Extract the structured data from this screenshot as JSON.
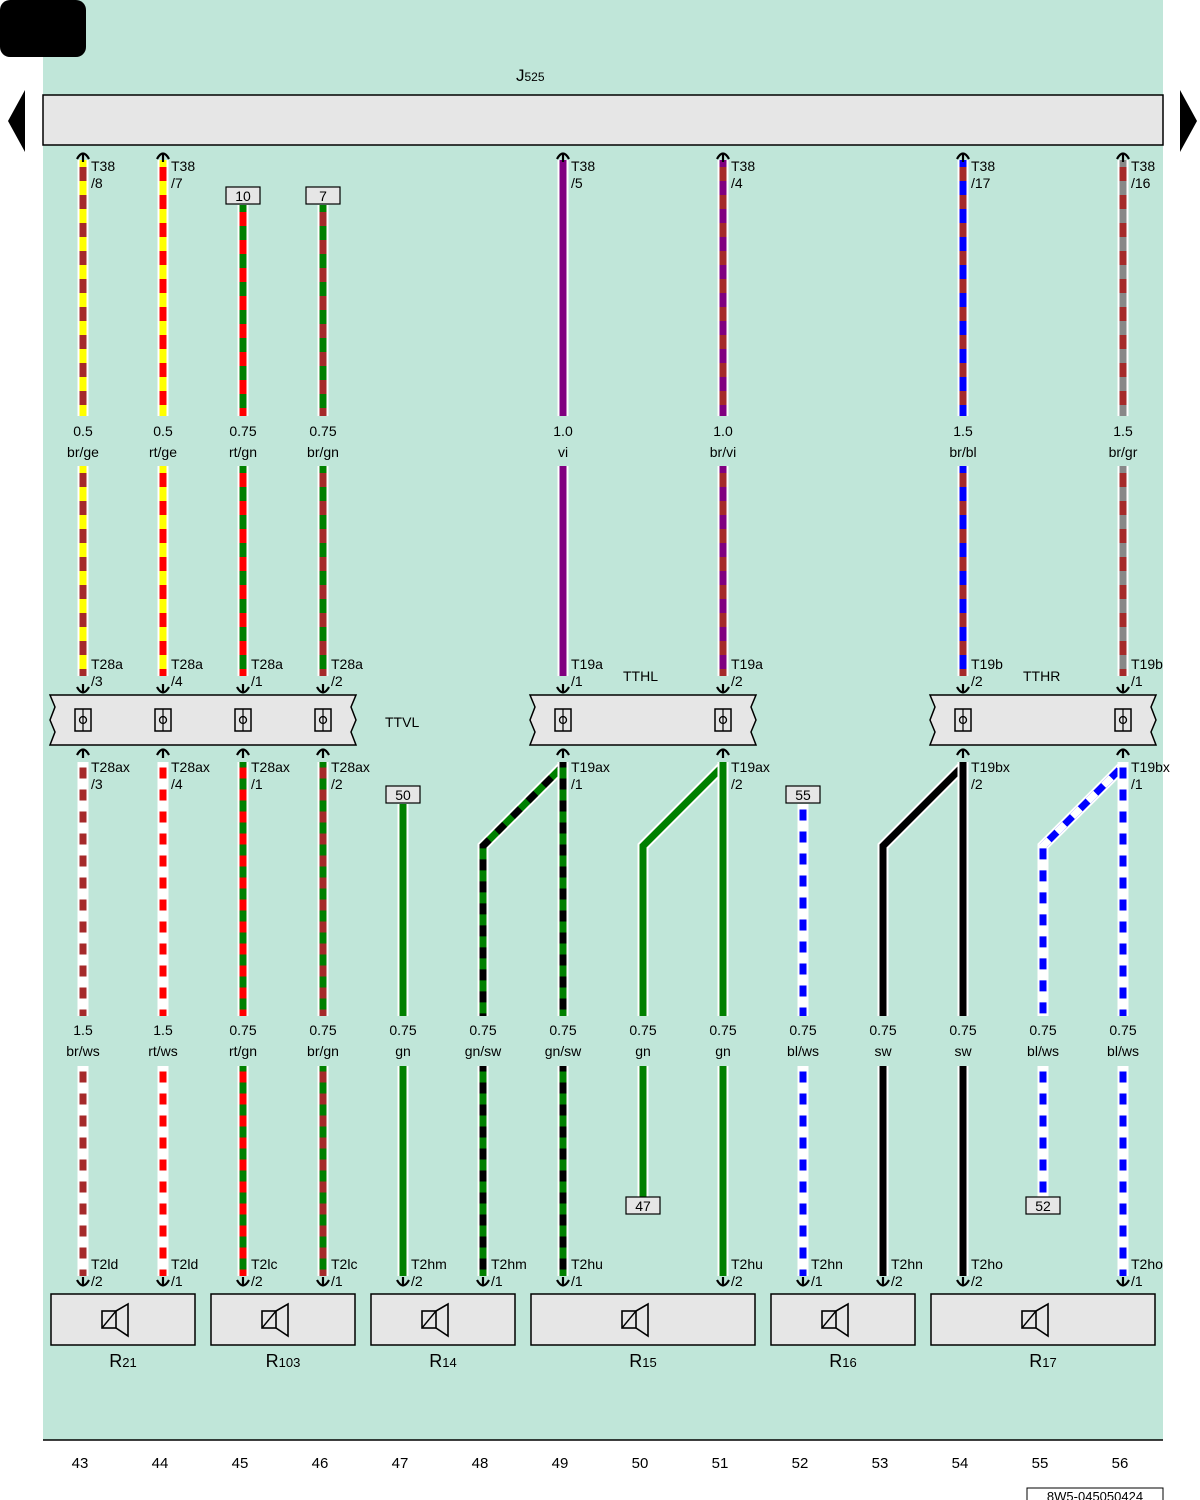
{
  "colors": {
    "background": "#c0e6d9",
    "component_fill": "#e6e6e6",
    "br": "#a52a2a",
    "ge": "#ffff00",
    "rt": "#ff0000",
    "gn": "#008000",
    "vi": "#800080",
    "bl": "#0000ff",
    "gr": "#888888",
    "sw": "#000000",
    "ws": "#ffffff"
  },
  "control_unit": {
    "label": "J",
    "sub": "525"
  },
  "connectors": {
    "TTVL": "TTVL",
    "TTHL": "TTHL",
    "TTHR": "TTHR"
  },
  "doc_number": "8W5-045050424",
  "columns": [
    "43",
    "44",
    "45",
    "46",
    "47",
    "48",
    "49",
    "50",
    "51",
    "52",
    "53",
    "54",
    "55",
    "56"
  ],
  "top_wires": [
    {
      "col": 0,
      "pin": "T38",
      "pin_sub": "/8",
      "gauge": "0.5",
      "color_label": "br/ge",
      "base": "br",
      "stripe": "ge",
      "lower_pin": "T28a",
      "lower_sub": "/3"
    },
    {
      "col": 1,
      "pin": "T38",
      "pin_sub": "/7",
      "gauge": "0.5",
      "color_label": "rt/ge",
      "base": "rt",
      "stripe": "ge",
      "lower_pin": "T28a",
      "lower_sub": "/4"
    },
    {
      "col": 2,
      "box": "10",
      "gauge": "0.75",
      "color_label": "rt/gn",
      "base": "rt",
      "stripe": "gn",
      "lower_pin": "T28a",
      "lower_sub": "/1"
    },
    {
      "col": 3,
      "box": "7",
      "gauge": "0.75",
      "color_label": "br/gn",
      "base": "br",
      "stripe": "gn",
      "lower_pin": "T28a",
      "lower_sub": "/2"
    },
    {
      "col": 6,
      "pin": "T38",
      "pin_sub": "/5",
      "gauge": "1.0",
      "color_label": "vi",
      "base": "vi",
      "lower_pin": "T19a",
      "lower_sub": "/1"
    },
    {
      "col": 8,
      "pin": "T38",
      "pin_sub": "/4",
      "gauge": "1.0",
      "color_label": "br/vi",
      "base": "br",
      "stripe": "vi",
      "lower_pin": "T19a",
      "lower_sub": "/2"
    },
    {
      "col": 11,
      "pin": "T38",
      "pin_sub": "/17",
      "gauge": "1.5",
      "color_label": "br/bl",
      "base": "br",
      "stripe": "bl",
      "lower_pin": "T19b",
      "lower_sub": "/2"
    },
    {
      "col": 13,
      "pin": "T38",
      "pin_sub": "/16",
      "gauge": "1.5",
      "color_label": "br/gr",
      "base": "br",
      "stripe": "gr",
      "lower_pin": "T19b",
      "lower_sub": "/1"
    }
  ],
  "mid_pins": [
    {
      "col": 0,
      "pin": "T28ax",
      "sub": "/3"
    },
    {
      "col": 1,
      "pin": "T28ax",
      "sub": "/4"
    },
    {
      "col": 2,
      "pin": "T28ax",
      "sub": "/1"
    },
    {
      "col": 3,
      "pin": "T28ax",
      "sub": "/2"
    },
    {
      "col": 6,
      "pin": "T19ax",
      "sub": "/1"
    },
    {
      "col": 8,
      "pin": "T19ax",
      "sub": "/2"
    },
    {
      "col": 11,
      "pin": "T19bx",
      "sub": "/2"
    },
    {
      "col": 13,
      "pin": "T19bx",
      "sub": "/1"
    }
  ],
  "bottom_wires": [
    {
      "col": 0,
      "gauge": "1.5",
      "color_label": "br/ws",
      "base": "br",
      "stripe": "ws",
      "end_pin": "T2ld",
      "end_sub": "/2"
    },
    {
      "col": 1,
      "gauge": "1.5",
      "color_label": "rt/ws",
      "base": "rt",
      "stripe": "ws",
      "end_pin": "T2ld",
      "end_sub": "/1"
    },
    {
      "col": 2,
      "gauge": "0.75",
      "color_label": "rt/gn",
      "base": "rt",
      "stripe": "gn",
      "end_pin": "T2lc",
      "end_sub": "/2"
    },
    {
      "col": 3,
      "gauge": "0.75",
      "color_label": "br/gn",
      "base": "br",
      "stripe": "gn",
      "end_pin": "T2lc",
      "end_sub": "/1"
    },
    {
      "col": 4,
      "box": "50",
      "gauge": "0.75",
      "color_label": "gn",
      "base": "gn",
      "end_pin": "T2hm",
      "end_sub": "/2"
    },
    {
      "col": 5,
      "from_col": 6,
      "gauge": "0.75",
      "color_label": "gn/sw",
      "base": "gn",
      "stripe": "sw",
      "end_pin": "T2hm",
      "end_sub": "/1"
    },
    {
      "col": 6,
      "gauge": "0.75",
      "color_label": "gn/sw",
      "base": "gn",
      "stripe": "sw",
      "end_pin": "T2hu",
      "end_sub": "/1"
    },
    {
      "col": 7,
      "from_col": 8,
      "gauge": "0.75",
      "color_label": "gn",
      "base": "gn",
      "end_box": "47"
    },
    {
      "col": 8,
      "gauge": "0.75",
      "color_label": "gn",
      "base": "gn",
      "end_pin": "T2hu",
      "end_sub": "/2"
    },
    {
      "col": 9,
      "box": "55",
      "gauge": "0.75",
      "color_label": "bl/ws",
      "base": "bl",
      "stripe": "ws",
      "end_pin": "T2hn",
      "end_sub": "/1"
    },
    {
      "col": 10,
      "from_col": 11,
      "gauge": "0.75",
      "color_label": "sw",
      "base": "sw",
      "end_pin": "T2hn",
      "end_sub": "/2"
    },
    {
      "col": 11,
      "gauge": "0.75",
      "color_label": "sw",
      "base": "sw",
      "end_pin": "T2ho",
      "end_sub": "/2"
    },
    {
      "col": 12,
      "from_col": 13,
      "gauge": "0.75",
      "color_label": "bl/ws",
      "base": "bl",
      "stripe": "ws",
      "end_box": "52"
    },
    {
      "col": 13,
      "gauge": "0.75",
      "color_label": "bl/ws",
      "base": "bl",
      "stripe": "ws",
      "end_pin": "T2ho",
      "end_sub": "/1"
    }
  ],
  "speakers": [
    {
      "label": "R",
      "sub": "21",
      "from_col": 0,
      "to_col": 1
    },
    {
      "label": "R",
      "sub": "103",
      "from_col": 2,
      "to_col": 3
    },
    {
      "label": "R",
      "sub": "14",
      "from_col": 4,
      "to_col": 5
    },
    {
      "label": "R",
      "sub": "15",
      "from_col": 6,
      "to_col": 8
    },
    {
      "label": "R",
      "sub": "16",
      "from_col": 9,
      "to_col": 10
    },
    {
      "label": "R",
      "sub": "17",
      "from_col": 11,
      "to_col": 13
    }
  ]
}
